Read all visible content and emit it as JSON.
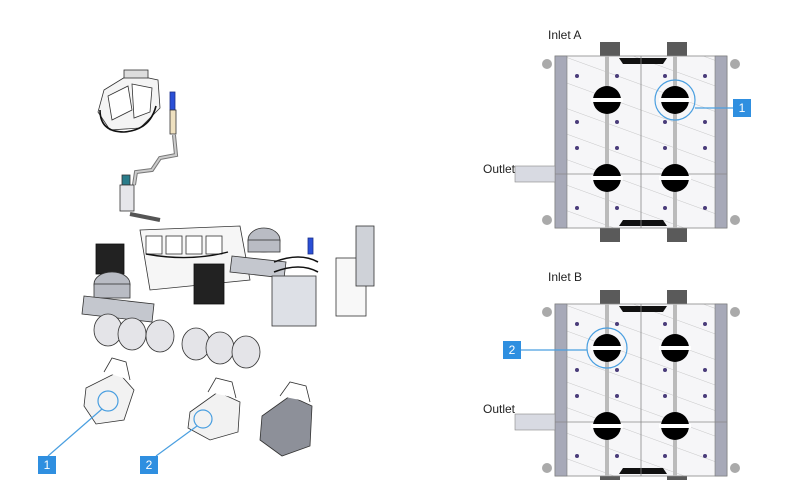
{
  "figure": {
    "type": "technical-diagram",
    "left_view": {
      "description": "Isometric 3D view of process skid assembly",
      "callouts": [
        {
          "id": "1",
          "label": "1"
        },
        {
          "id": "2",
          "label": "2"
        }
      ]
    },
    "section_a": {
      "title": "Inlet A",
      "outlet_label": "Outlet",
      "callout": "1"
    },
    "section_b": {
      "title": "Inlet B",
      "outlet_label": "Outlet",
      "callout": "2"
    },
    "colors": {
      "callout_badge": "#2f8fe0",
      "callout_line": "#4a9fe0",
      "valve_ball": "#000000",
      "body_fill": "#f0f0f4",
      "flange": "#a7a9b8",
      "clamp": "#555555",
      "dot": "#4a3c7a"
    }
  }
}
